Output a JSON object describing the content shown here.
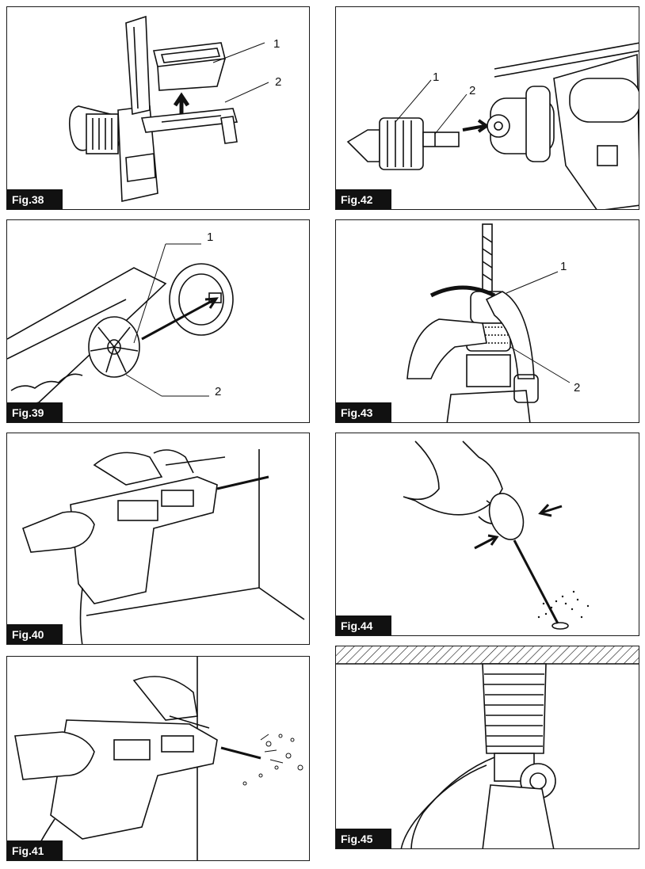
{
  "figures": [
    {
      "label": "Fig.38",
      "callouts": [
        "1",
        "2"
      ]
    },
    {
      "label": "Fig.42",
      "callouts": [
        "1",
        "2"
      ]
    },
    {
      "label": "Fig.39",
      "callouts": [
        "1",
        "2"
      ]
    },
    {
      "label": "Fig.43",
      "callouts": [
        "1",
        "2"
      ]
    },
    {
      "label": "Fig.40",
      "callouts": []
    },
    {
      "label": "Fig.44",
      "callouts": []
    },
    {
      "label": "Fig.41",
      "callouts": []
    },
    {
      "label": "Fig.45",
      "callouts": []
    }
  ],
  "colors": {
    "ink": "#111111",
    "paper": "#ffffff",
    "label_bg": "#111111"
  }
}
